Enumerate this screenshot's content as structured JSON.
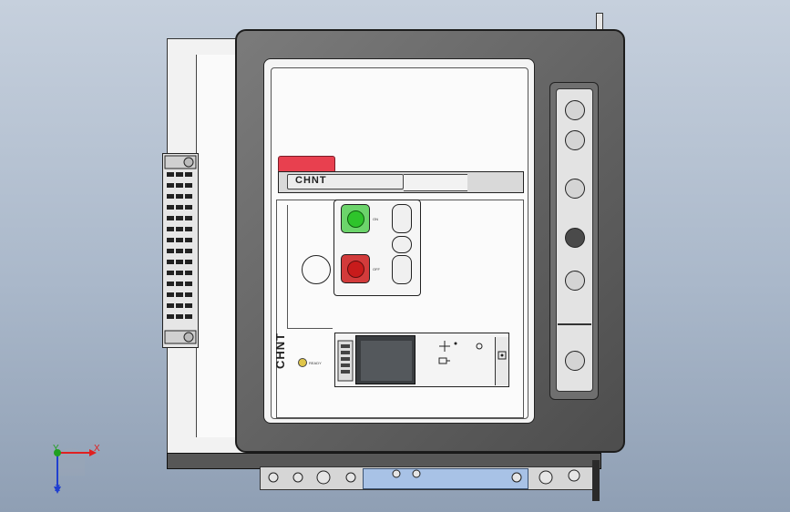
{
  "brand": {
    "logo_text": "CHNT"
  },
  "buttons": {
    "on_label": "ON",
    "off_label": "OFF"
  },
  "indicators": {
    "ready_label": "READY"
  },
  "triad": {
    "x": "X",
    "y": "Y",
    "z": "Z"
  },
  "colors": {
    "background_top": "#c6d0dd",
    "background_bottom": "#8f9fb4",
    "frame": "#5f5f5f",
    "handle_red": "#e8404f",
    "on_green": "#2ec42b",
    "off_red": "#c81b1b",
    "blue_plate": "#a8c2e6",
    "axis_x": "#e02020",
    "axis_y": "#20a020",
    "axis_z": "#2040d0"
  }
}
